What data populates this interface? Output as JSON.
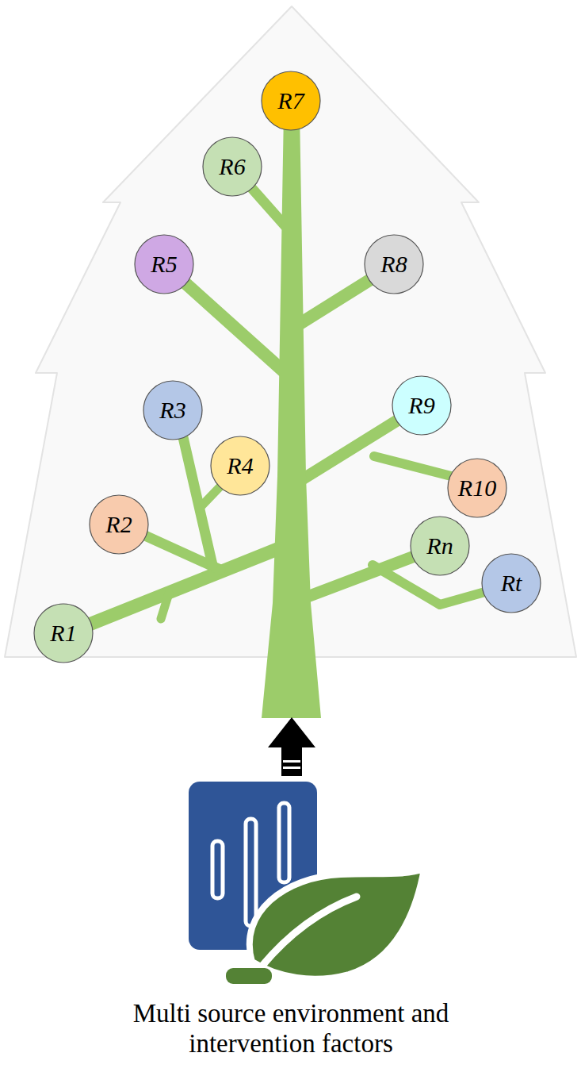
{
  "diagram": {
    "nodes": [
      {
        "text": [
          "R7"
        ]
      },
      {
        "text": [
          "R6"
        ]
      },
      {
        "text": [
          "R5"
        ]
      },
      {
        "text": [
          "R8"
        ]
      },
      {
        "text": [
          "R3"
        ]
      },
      {
        "text": [
          "R9"
        ]
      },
      {
        "text": [
          "R4"
        ]
      },
      {
        "text": [
          "R10"
        ]
      },
      {
        "text": [
          "R2"
        ]
      },
      {
        "text": [
          "Rn"
        ]
      },
      {
        "text": [
          "Rt"
        ]
      },
      {
        "text": [
          "R1"
        ]
      }
    ],
    "labels": [
      "Multi source environment and intervention factors"
    ]
  }
}
